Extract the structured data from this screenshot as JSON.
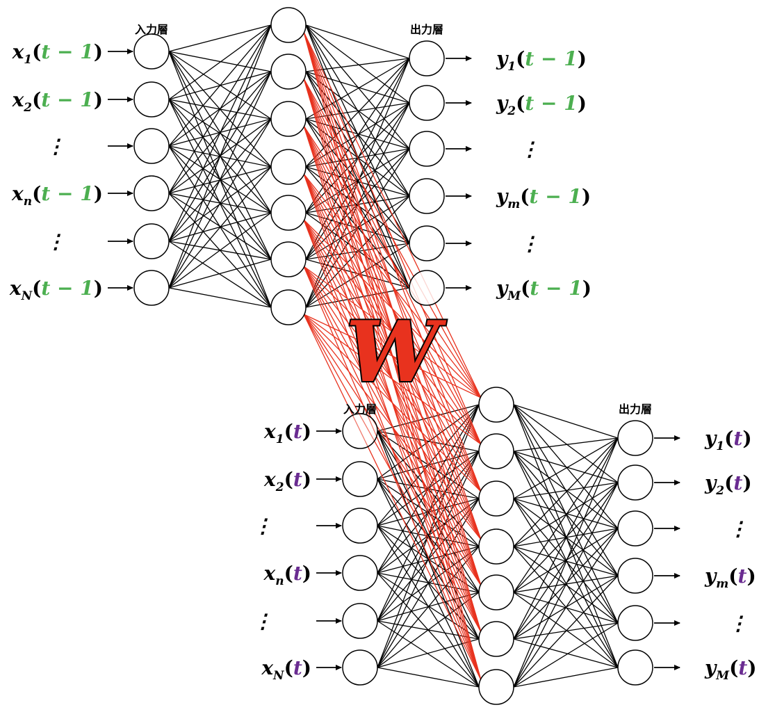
{
  "colors": {
    "black": "#000000",
    "red": "#e8321e",
    "green": "#4caf50",
    "purple": "#6a2c91"
  },
  "layer_labels": {
    "input": "入力層",
    "output": "出力層"
  },
  "weight_symbol": "W",
  "prev": {
    "time": "t − 1",
    "inputs": [
      {
        "var": "x",
        "sub": "1"
      },
      {
        "var": "x",
        "sub": "2"
      },
      {
        "ellipsis": true
      },
      {
        "var": "x",
        "sub": "n"
      },
      {
        "ellipsis": true
      },
      {
        "var": "x",
        "sub": "N"
      }
    ],
    "outputs": [
      {
        "var": "y",
        "sub": "1"
      },
      {
        "var": "y",
        "sub": "2"
      },
      {
        "ellipsis": true
      },
      {
        "var": "y",
        "sub": "m"
      },
      {
        "ellipsis": true
      },
      {
        "var": "y",
        "sub": "M"
      }
    ]
  },
  "curr": {
    "time": "t",
    "inputs": [
      {
        "var": "x",
        "sub": "1"
      },
      {
        "var": "x",
        "sub": "2"
      },
      {
        "ellipsis": true
      },
      {
        "var": "x",
        "sub": "n"
      },
      {
        "ellipsis": true
      },
      {
        "var": "x",
        "sub": "N"
      }
    ],
    "outputs": [
      {
        "var": "y",
        "sub": "1"
      },
      {
        "var": "y",
        "sub": "2"
      },
      {
        "ellipsis": true
      },
      {
        "var": "y",
        "sub": "m"
      },
      {
        "ellipsis": true
      },
      {
        "var": "y",
        "sub": "M"
      }
    ]
  }
}
